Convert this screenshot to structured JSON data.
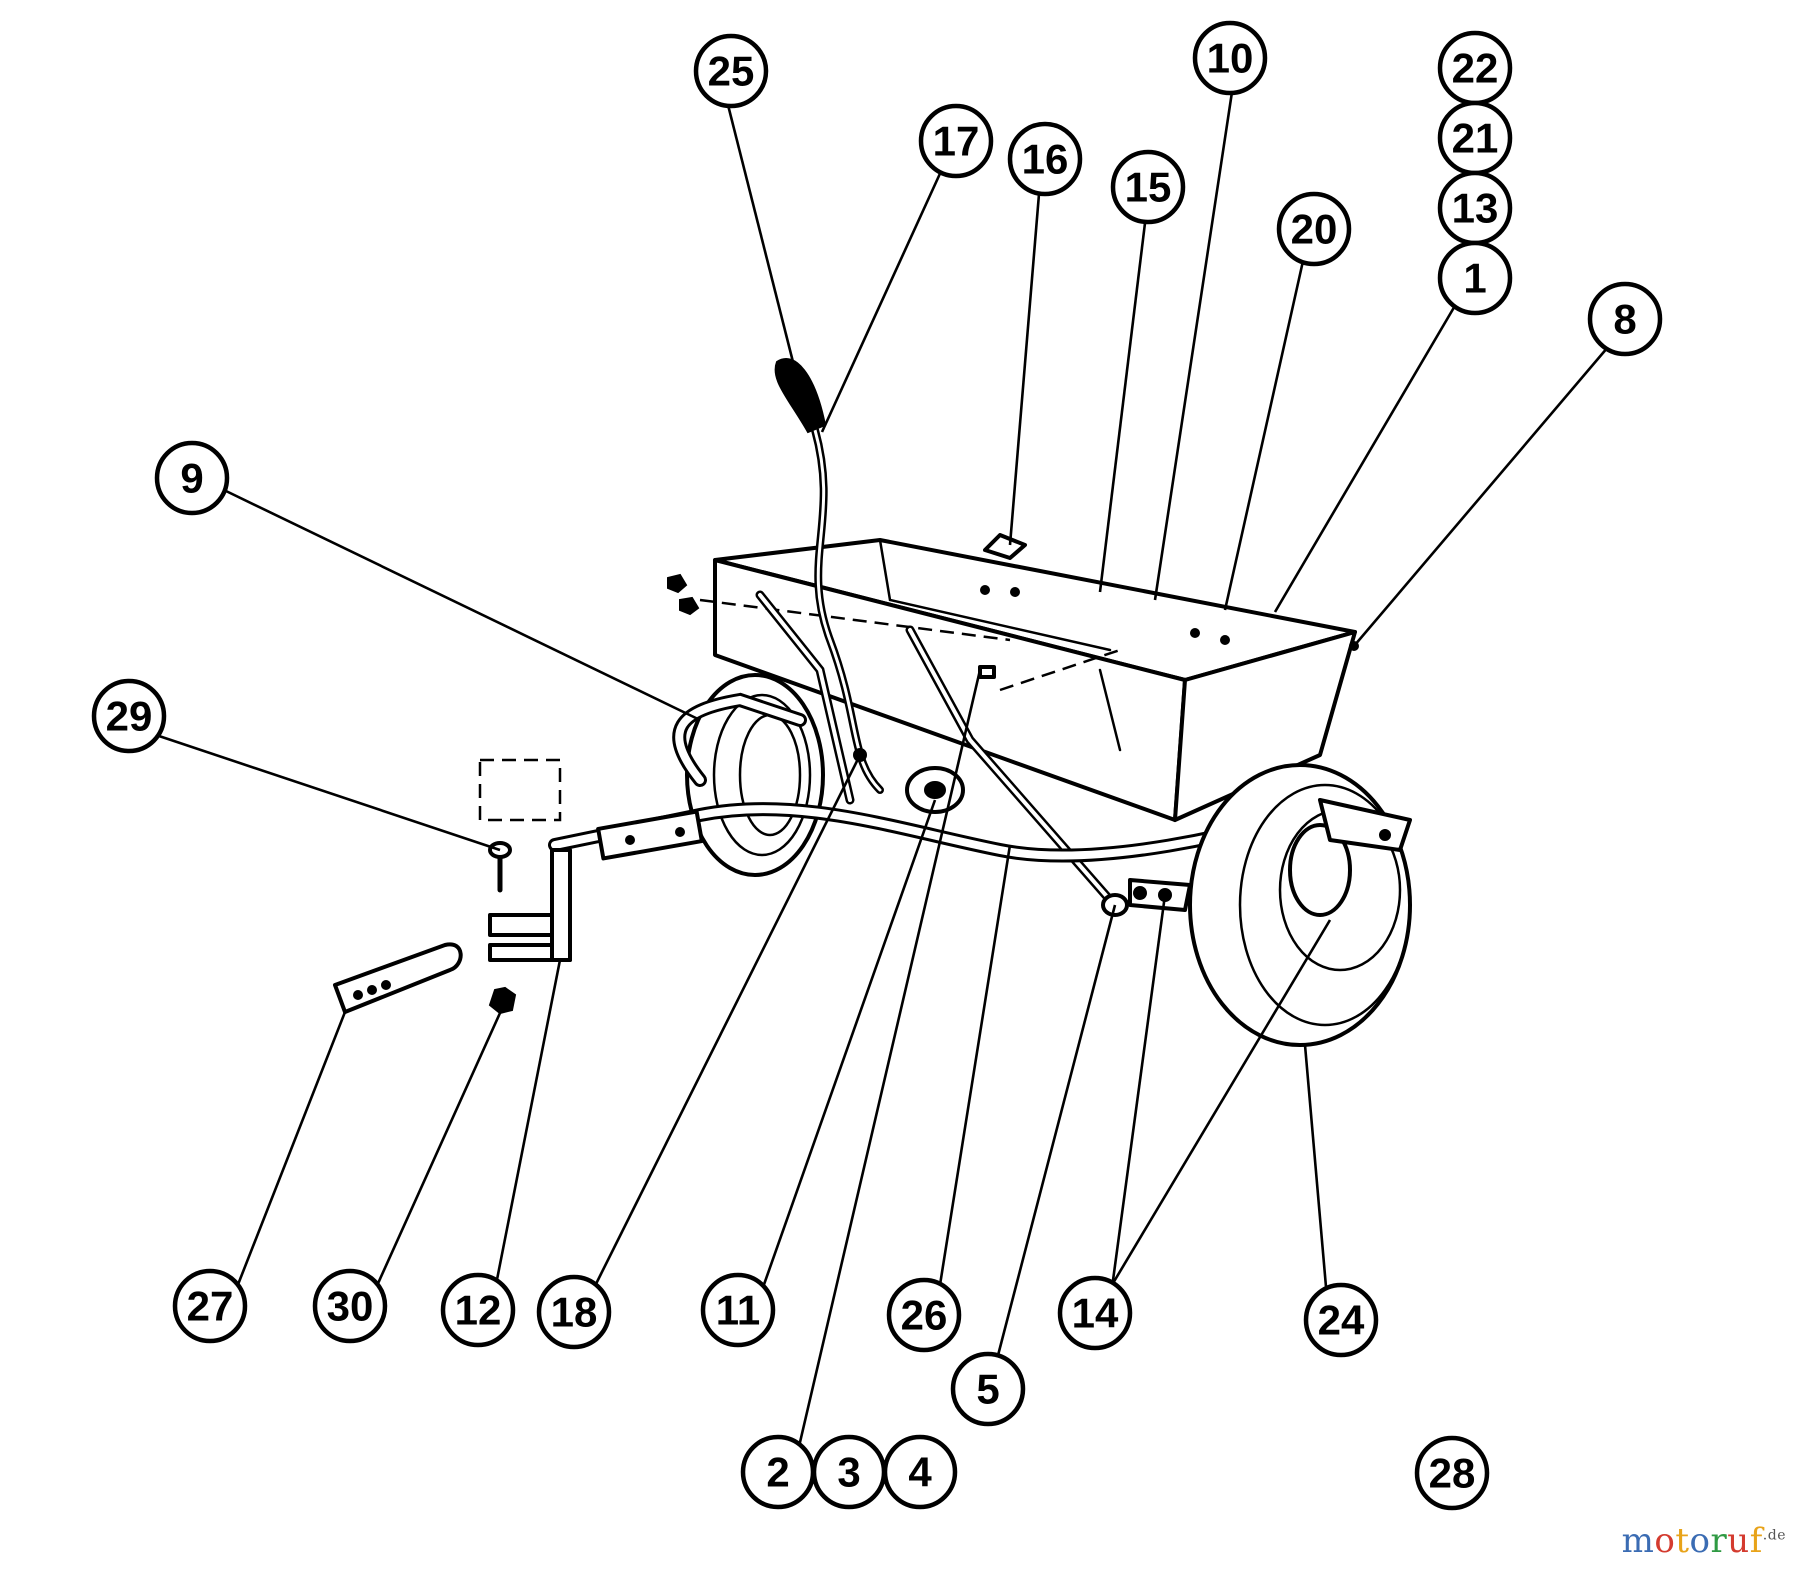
{
  "diagram": {
    "callout_color": "#000000",
    "callouts": [
      "25",
      "17",
      "16",
      "15",
      "10",
      "20",
      "22",
      "21",
      "13",
      "1",
      "8",
      "9",
      "29",
      "27",
      "30",
      "12",
      "18",
      "11",
      "26",
      "14",
      "24",
      "5",
      "2",
      "3",
      "4",
      "28"
    ]
  },
  "watermark": {
    "letters": [
      "m",
      "o",
      "t",
      "o",
      "r",
      "u",
      "f"
    ],
    "colors": [
      "#3b6cb3",
      "#d43b2f",
      "#e8a319",
      "#3b6cb3",
      "#2f9a43",
      "#d43b2f",
      "#e8a319"
    ],
    "suffix": ".de"
  }
}
